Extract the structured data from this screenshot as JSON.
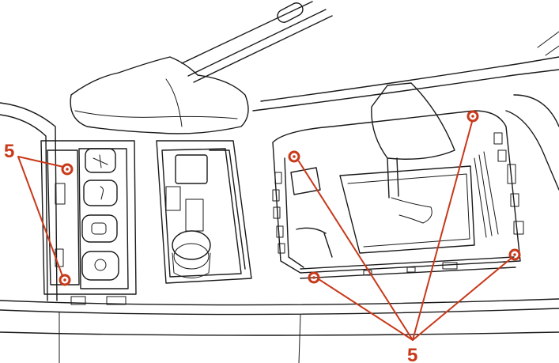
{
  "accent_color": "#c8391a",
  "line_color": "#1a1a1a",
  "callouts": [
    {
      "id": "left",
      "label": "5"
    },
    {
      "id": "bottom",
      "label": "5"
    }
  ],
  "icons": {
    "switch_1": "fan-icon",
    "switch_2": "key-icon",
    "switch_3": "gear-icon",
    "switch_4": "lock-icon",
    "screw": "screw-icon"
  }
}
